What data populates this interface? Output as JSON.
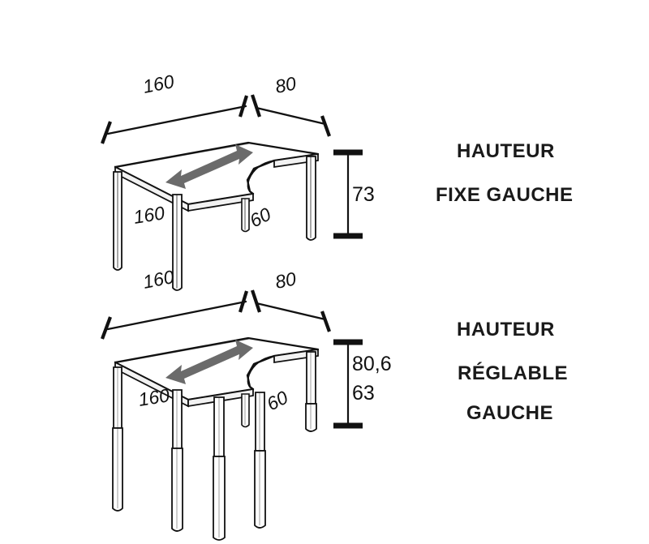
{
  "page": {
    "title": "Bureau compact gauche - schema dimensionnel",
    "background": "#ffffff",
    "ink_color": "#111111",
    "arrow_color": "#6b6b6b"
  },
  "figures": [
    {
      "id": "desk-fixed-height",
      "caption_lines": [
        "HAUTEUR",
        "FIXE GAUCHE"
      ],
      "dimensions": {
        "top_left_label": "160",
        "top_right_label": "80",
        "depth_left_label": "160",
        "depth_right_label": "60",
        "height_labels": [
          "73"
        ]
      },
      "leg_type": "fixed",
      "leg_count": 4,
      "arrow": "double-headed-resize-arrow"
    },
    {
      "id": "desk-adjustable-height",
      "caption_lines": [
        "HAUTEUR",
        "RÉGLABLE",
        "GAUCHE"
      ],
      "dimensions": {
        "top_left_label": "160",
        "top_right_label": "80",
        "depth_left_label": "160",
        "depth_right_label": "60",
        "height_labels": [
          "80,6",
          "63"
        ]
      },
      "leg_type": "telescopic",
      "leg_count": 6,
      "arrow": "double-headed-resize-arrow"
    }
  ]
}
